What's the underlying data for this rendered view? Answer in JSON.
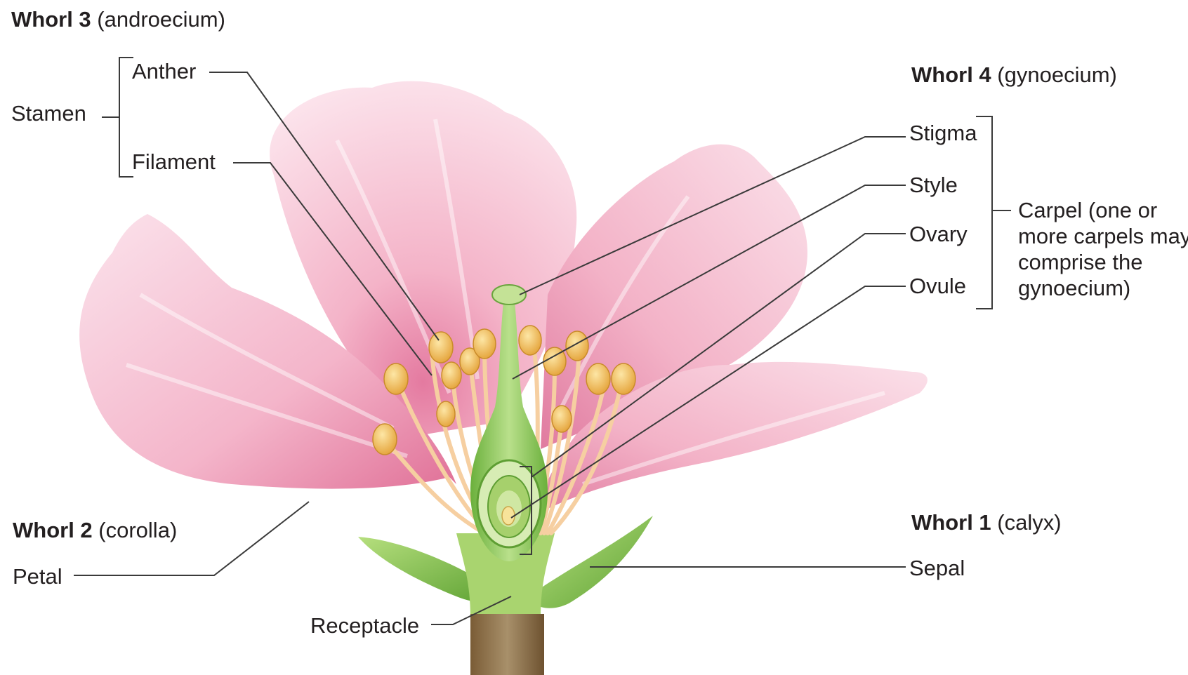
{
  "diagram": {
    "whorls": {
      "whorl3": {
        "name": "Whorl 3",
        "detail": "(androecium)"
      },
      "whorl4": {
        "name": "Whorl 4",
        "detail": "(gynoecium)"
      },
      "whorl2": {
        "name": "Whorl 2",
        "detail": "(corolla)"
      },
      "whorl1": {
        "name": "Whorl 1",
        "detail": "(calyx)"
      }
    },
    "labels": {
      "stamen": "Stamen",
      "anther": "Anther",
      "filament": "Filament",
      "stigma": "Stigma",
      "style": "Style",
      "ovary": "Ovary",
      "ovule": "Ovule",
      "carpel": "Carpel (one or more carpels may comprise the gynoecium)",
      "petal": "Petal",
      "sepal": "Sepal",
      "receptacle": "Receptacle"
    },
    "colors": {
      "petal_light": "#fbe1ea",
      "petal_mid": "#f5b6cb",
      "petal_deep": "#e0789e",
      "sepal_green": "#7fc24a",
      "pistil_green": "#8cc85a",
      "stem_brown": "#8a6e47",
      "anther_yellow": "#f2bf55",
      "filament_peach": "#f6cfa1",
      "leader_line": "#3a3a3a"
    }
  }
}
